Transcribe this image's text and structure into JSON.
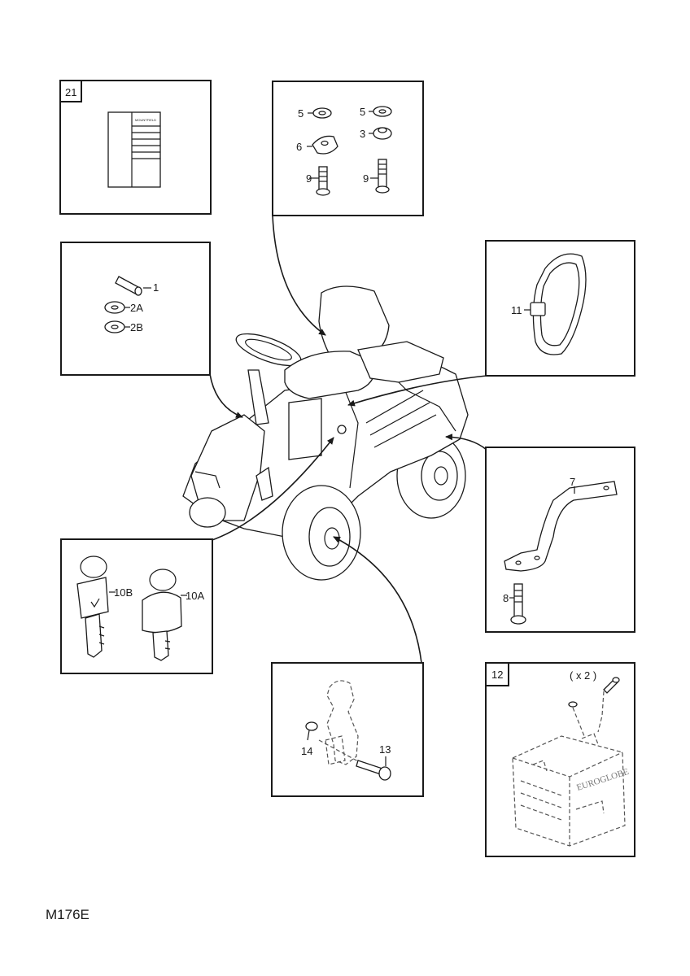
{
  "document": {
    "code": "M176E"
  },
  "panels": {
    "manual": {
      "number": "21",
      "manual_title": "MOUNTFIELD"
    },
    "seat_hardware": {
      "labels": [
        "5",
        "6",
        "9",
        "5",
        "3",
        "9"
      ]
    },
    "pin_washers": {
      "labels": [
        "1",
        "2A",
        "2B"
      ]
    },
    "strap": {
      "labels": [
        "11"
      ]
    },
    "bracket": {
      "labels": [
        "7",
        "8"
      ]
    },
    "keys": {
      "labels": [
        "10B",
        "10A"
      ]
    },
    "pedal": {
      "labels": [
        "14",
        "13"
      ]
    },
    "battery": {
      "number": "12",
      "quantity": "( x 2 )",
      "brand": "EUROGLOBE"
    }
  }
}
